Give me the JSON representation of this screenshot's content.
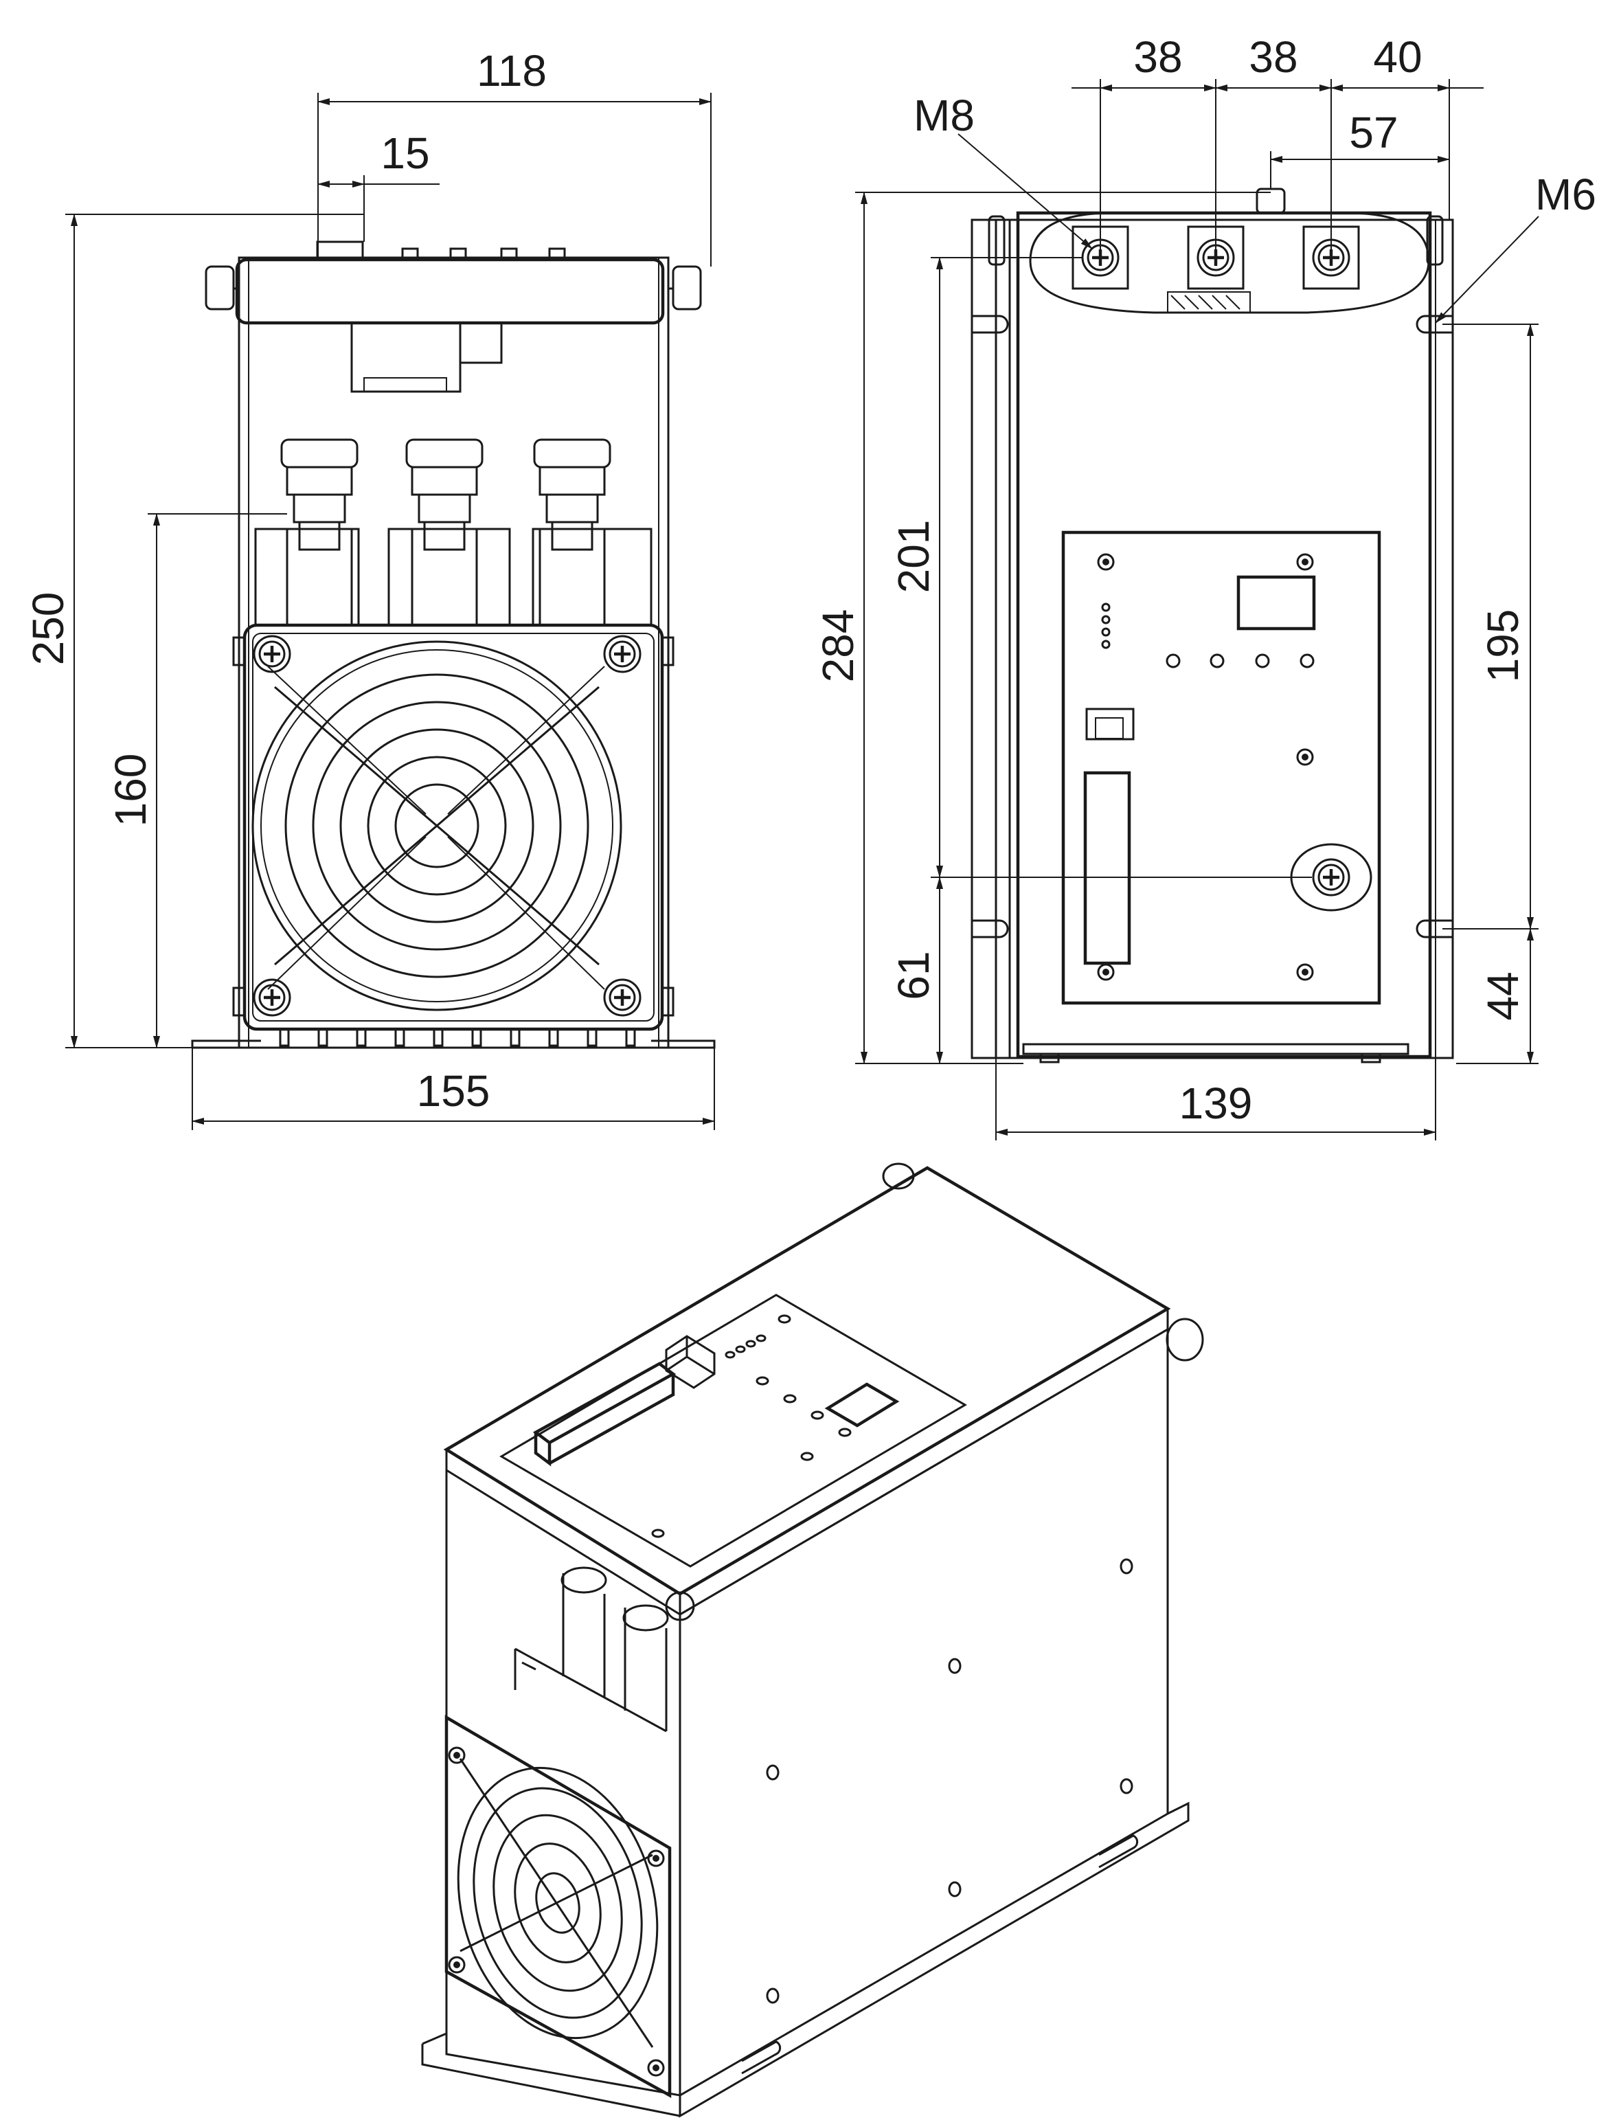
{
  "front_view": {
    "dim_width_top": "118",
    "dim_offset": "15",
    "dim_height_total": "250",
    "dim_height_mount": "160",
    "dim_width_base": "155"
  },
  "top_view": {
    "dim_pitch_1": "38",
    "dim_pitch_2": "38",
    "dim_edge": "40",
    "dim_connector": "57",
    "label_terminal_thread": "M8",
    "label_mount_thread": "M6",
    "dim_height_total": "284",
    "dim_height_terminal": "201",
    "dim_height_ground": "61",
    "dim_slot_pitch": "195",
    "dim_slot_offset": "44",
    "dim_width": "139"
  },
  "isometric_view": {
    "icon": "controller-3d-icon"
  }
}
